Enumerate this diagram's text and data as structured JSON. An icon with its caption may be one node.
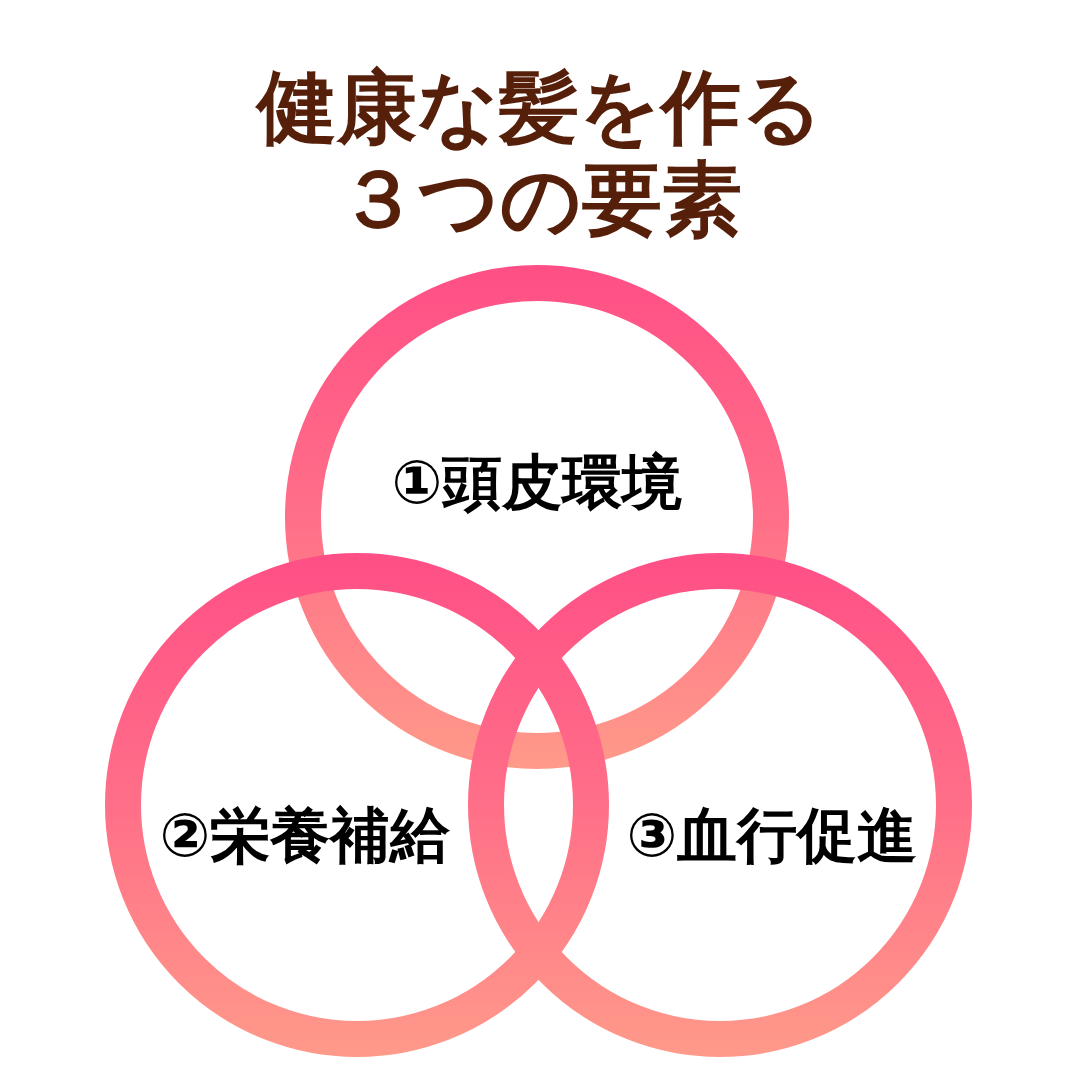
{
  "diagram": {
    "title": "健康な髪を作る３つの要素",
    "nodes": [
      {
        "text": [
          "①頭皮環境"
        ]
      },
      {
        "text": [
          "②栄養補給"
        ]
      },
      {
        "text": [
          "③血行促進"
        ]
      }
    ]
  }
}
